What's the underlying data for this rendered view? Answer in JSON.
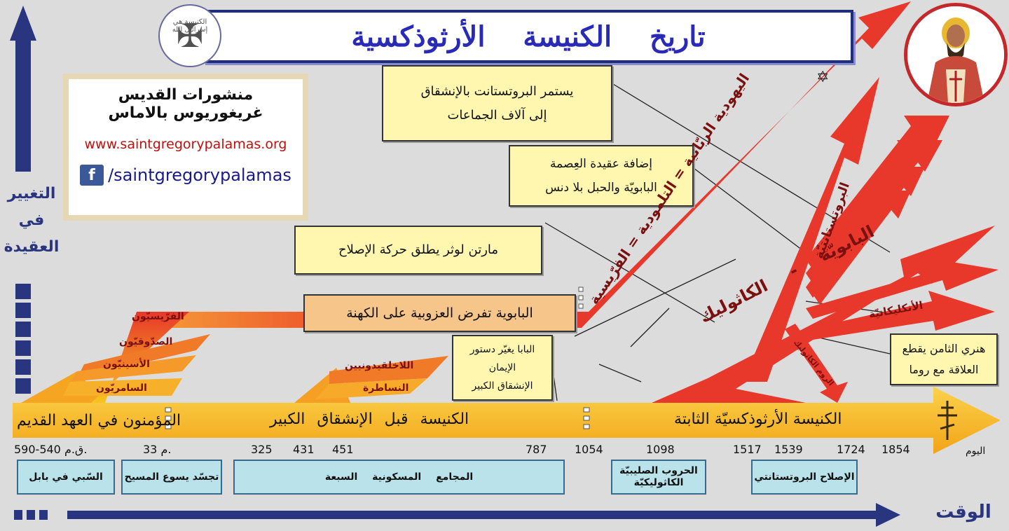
{
  "title": "تاريخ الكنيسة الأرثوذكسية",
  "logo": {
    "caption": "الكنيسة هي إسرائيل الله",
    "icon": "cross-icon"
  },
  "publisher": {
    "name_line1": "منشورات القديس",
    "name_line2": "غريغوريوس بالاماس",
    "website": "www.saintgregorypalamas.org",
    "facebook_handle": "/saintgregorypalamas",
    "facebook_icon": "f"
  },
  "bishop_caption": "منشورات القديس غريغوريوس بالاماس",
  "axes": {
    "vertical_label_1": "التغيير",
    "vertical_label_2": "في",
    "vertical_label_3": "العقيدة",
    "horizontal_label": "الوقت"
  },
  "notes": {
    "protestant_split_1": "يستمر البروتستانت بالإنشقاق",
    "protestant_split_2": "إلى آلاف الجماعات",
    "dogma_1": "إضافة عقيدة العِصمة",
    "dogma_2": "البابويّة والحبل بلا دنس",
    "luther": "مارتن لوثر يطلق حركة الإصلاح",
    "celibacy": "البابوية تفرض العزوبية على الكهنة",
    "creed_1": "البابا يغيّر دستور",
    "creed_2": "الإيمان",
    "creed_3": "الإنشقاق الكبير",
    "henry_1": "هنري الثامن يقطع",
    "henry_2": "العلاقة مع روما"
  },
  "band": {
    "old_testament": "المؤمنون في العهد القديم",
    "before_schism": "الكنيسة قبل الإنشقاق الكبير",
    "orthodox": "الكنيسة الأرثوذكسيّة الثابتة"
  },
  "branches": {
    "pharisees": "الفرّيسيّون",
    "sadducees": "الصدّوقيّون",
    "essenes": "الأسينيّون",
    "samaritans": "السامريّون",
    "non_chalcedonians": "اللاخلقيدونيين",
    "nestorians": "النساطرة"
  },
  "arrows": {
    "judaism": "اليهودية الربّانية = التلمودية = الفرّيسية",
    "protestantism": "البروتستانتيّة",
    "papacy": "البابويّة - الكاثوليك",
    "anglican": "الأنكليكانيّة",
    "uniates": "الروم الكاثوليك",
    "star_icon": "✡"
  },
  "years": {
    "y590": "590-540 ق.م.",
    "y33": "33 م.",
    "y325": "325",
    "y431": "431",
    "y451": "451",
    "y787": "787",
    "y1054": "1054",
    "y1098": "1098",
    "y1517": "1517",
    "y1539": "1539",
    "y1724": "1724",
    "y1854": "1854",
    "today": "اليوم"
  },
  "eras": {
    "babylon": "السّبي في بابل",
    "incarnation": "تجسّد يسوع المسيح",
    "councils": "المجامع المسكونية السبعة",
    "crusades_1": "الحروب الصليبيّة",
    "crusades_2": "الكاثوليكيّة",
    "reformation": "الإصلاح البروتستانتي"
  },
  "colors": {
    "axis_blue": "#2a3580",
    "band_yellow": "#f7c51e",
    "arrow_red": "#e8372b",
    "note_yellow": "#fff7b0",
    "era_blue": "#b9e2ea"
  }
}
